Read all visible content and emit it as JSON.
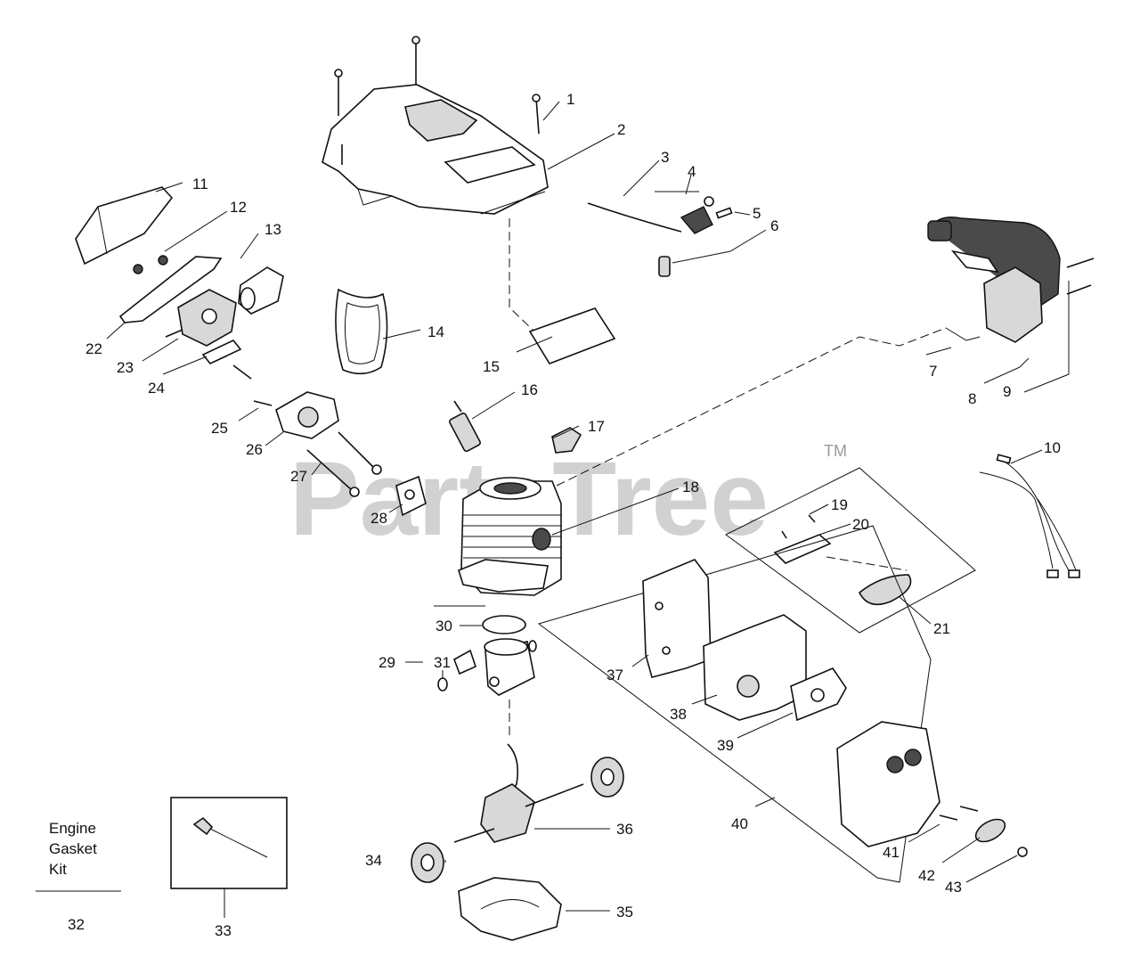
{
  "watermark": {
    "brand": "PartsTree",
    "trademark": "TM"
  },
  "kit_label": [
    "Engine",
    "Gasket",
    "Kit"
  ],
  "callouts": {
    "c1": "1",
    "c2": "2",
    "c3": "3",
    "c4": "4",
    "c5": "5",
    "c6": "6",
    "c7": "7",
    "c8": "8",
    "c9": "9",
    "c10": "10",
    "c11": "11",
    "c12": "12",
    "c13": "13",
    "c14": "14",
    "c15": "15",
    "c16": "16",
    "c17": "17",
    "c18": "18",
    "c19": "19",
    "c20": "20",
    "c21": "21",
    "c22": "22",
    "c23": "23",
    "c24": "24",
    "c25": "25",
    "c26": "26",
    "c27": "27",
    "c28": "28",
    "c29": "29",
    "c30": "30",
    "c31": "31",
    "c32": "32",
    "c33": "33",
    "c34": "34",
    "c35": "35",
    "c36": "36",
    "c37": "37",
    "c38": "38",
    "c39": "39",
    "c40": "40",
    "c41": "41",
    "c42": "42",
    "c43": "43"
  }
}
